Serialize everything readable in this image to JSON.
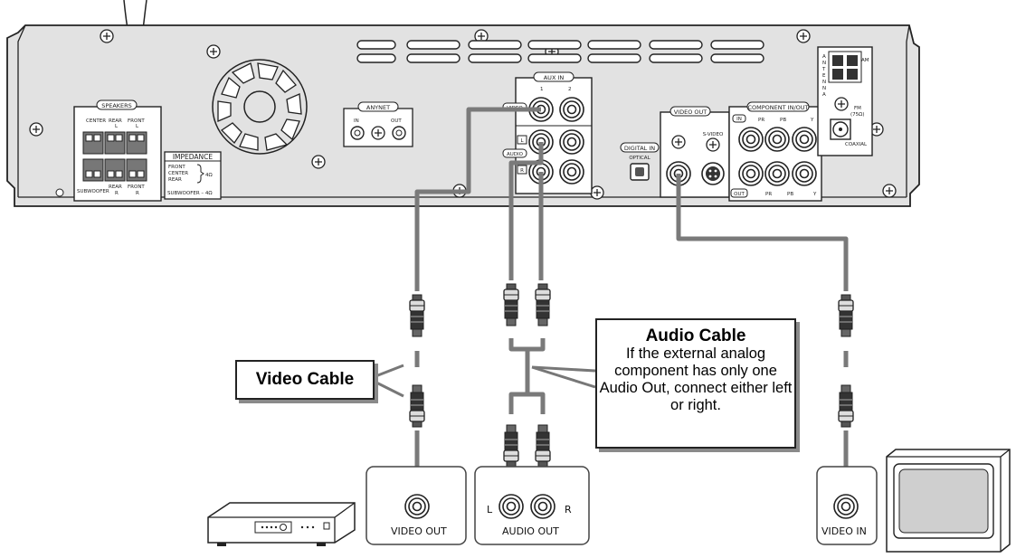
{
  "callouts": {
    "video_cable": "Video Cable",
    "audio_cable_title": "Audio Cable",
    "audio_cable_text": "If the external analog component has only one Audio Out, connect either left or right."
  },
  "panel": {
    "speakers": "SPEAKERS",
    "center": "CENTER",
    "rear": "REAR",
    "front": "FRONT",
    "l": "L",
    "r": "R",
    "subwoofer": "SUBWOOFER",
    "impedance": "IMPEDANCE",
    "imp_front": "FRONT",
    "imp_center": "CENTER",
    "imp_rear": "REAR",
    "imp_4ohm": "4Ω",
    "imp_sub": "SUBWOOFER – 4Ω",
    "anynet": "ANYNET",
    "anynet_in": "IN",
    "anynet_out": "OUT",
    "aux_in": "AUX IN",
    "aux_1": "1",
    "aux_2": "2",
    "video": "VIDEO",
    "audio": "AUDIO",
    "l_tag": "L",
    "r_tag": "R",
    "digital_in": "DIGITAL IN",
    "optical": "OPTICAL",
    "video_out": "VIDEO OUT",
    "s_video": "S-VIDEO",
    "component_in_out": "COMPONENT IN/OUT",
    "in_tag": "IN",
    "out_tag": "OUT",
    "pr": "PR",
    "pb": "PB",
    "y": "Y",
    "antenna": "ANTENNA",
    "am": "AM",
    "fm": "FM",
    "fm_ohm": "(75Ω)",
    "coaxial": "COAXIAL"
  },
  "jacks": {
    "video_out": "VIDEO OUT",
    "audio_out": "AUDIO OUT",
    "l": "L",
    "r": "R",
    "video_in": "VIDEO IN"
  },
  "colors": {
    "panel_fill": "#e2e2e2",
    "cable": "#7a7a7a",
    "outline": "#222222"
  }
}
